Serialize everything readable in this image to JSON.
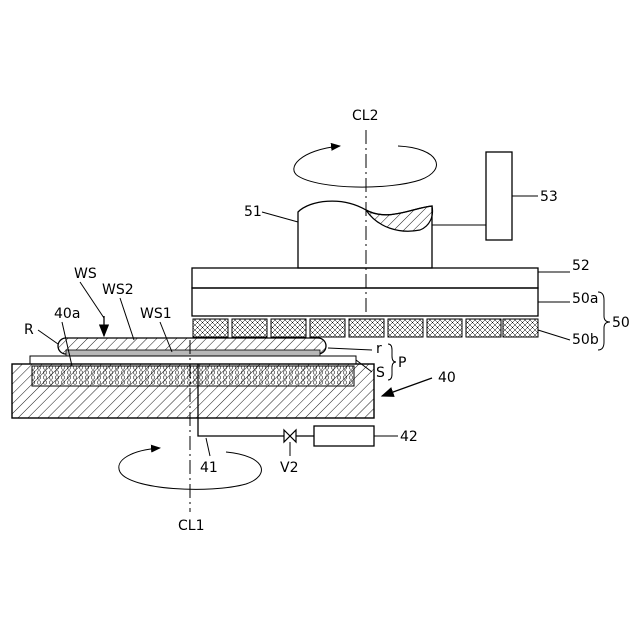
{
  "labels": {
    "cl2": "CL2",
    "cl1": "CL1",
    "l53": "53",
    "l51": "51",
    "l52": "52",
    "l50a": "50a",
    "l50b": "50b",
    "l50": "50",
    "ws": "WS",
    "ws2": "WS2",
    "ws1": "WS1",
    "l40a": "40a",
    "r_upper": "R",
    "r_lower": "r",
    "s": "S",
    "p": "P",
    "l40": "40",
    "l42": "42",
    "l41": "41",
    "v2": "V2"
  }
}
